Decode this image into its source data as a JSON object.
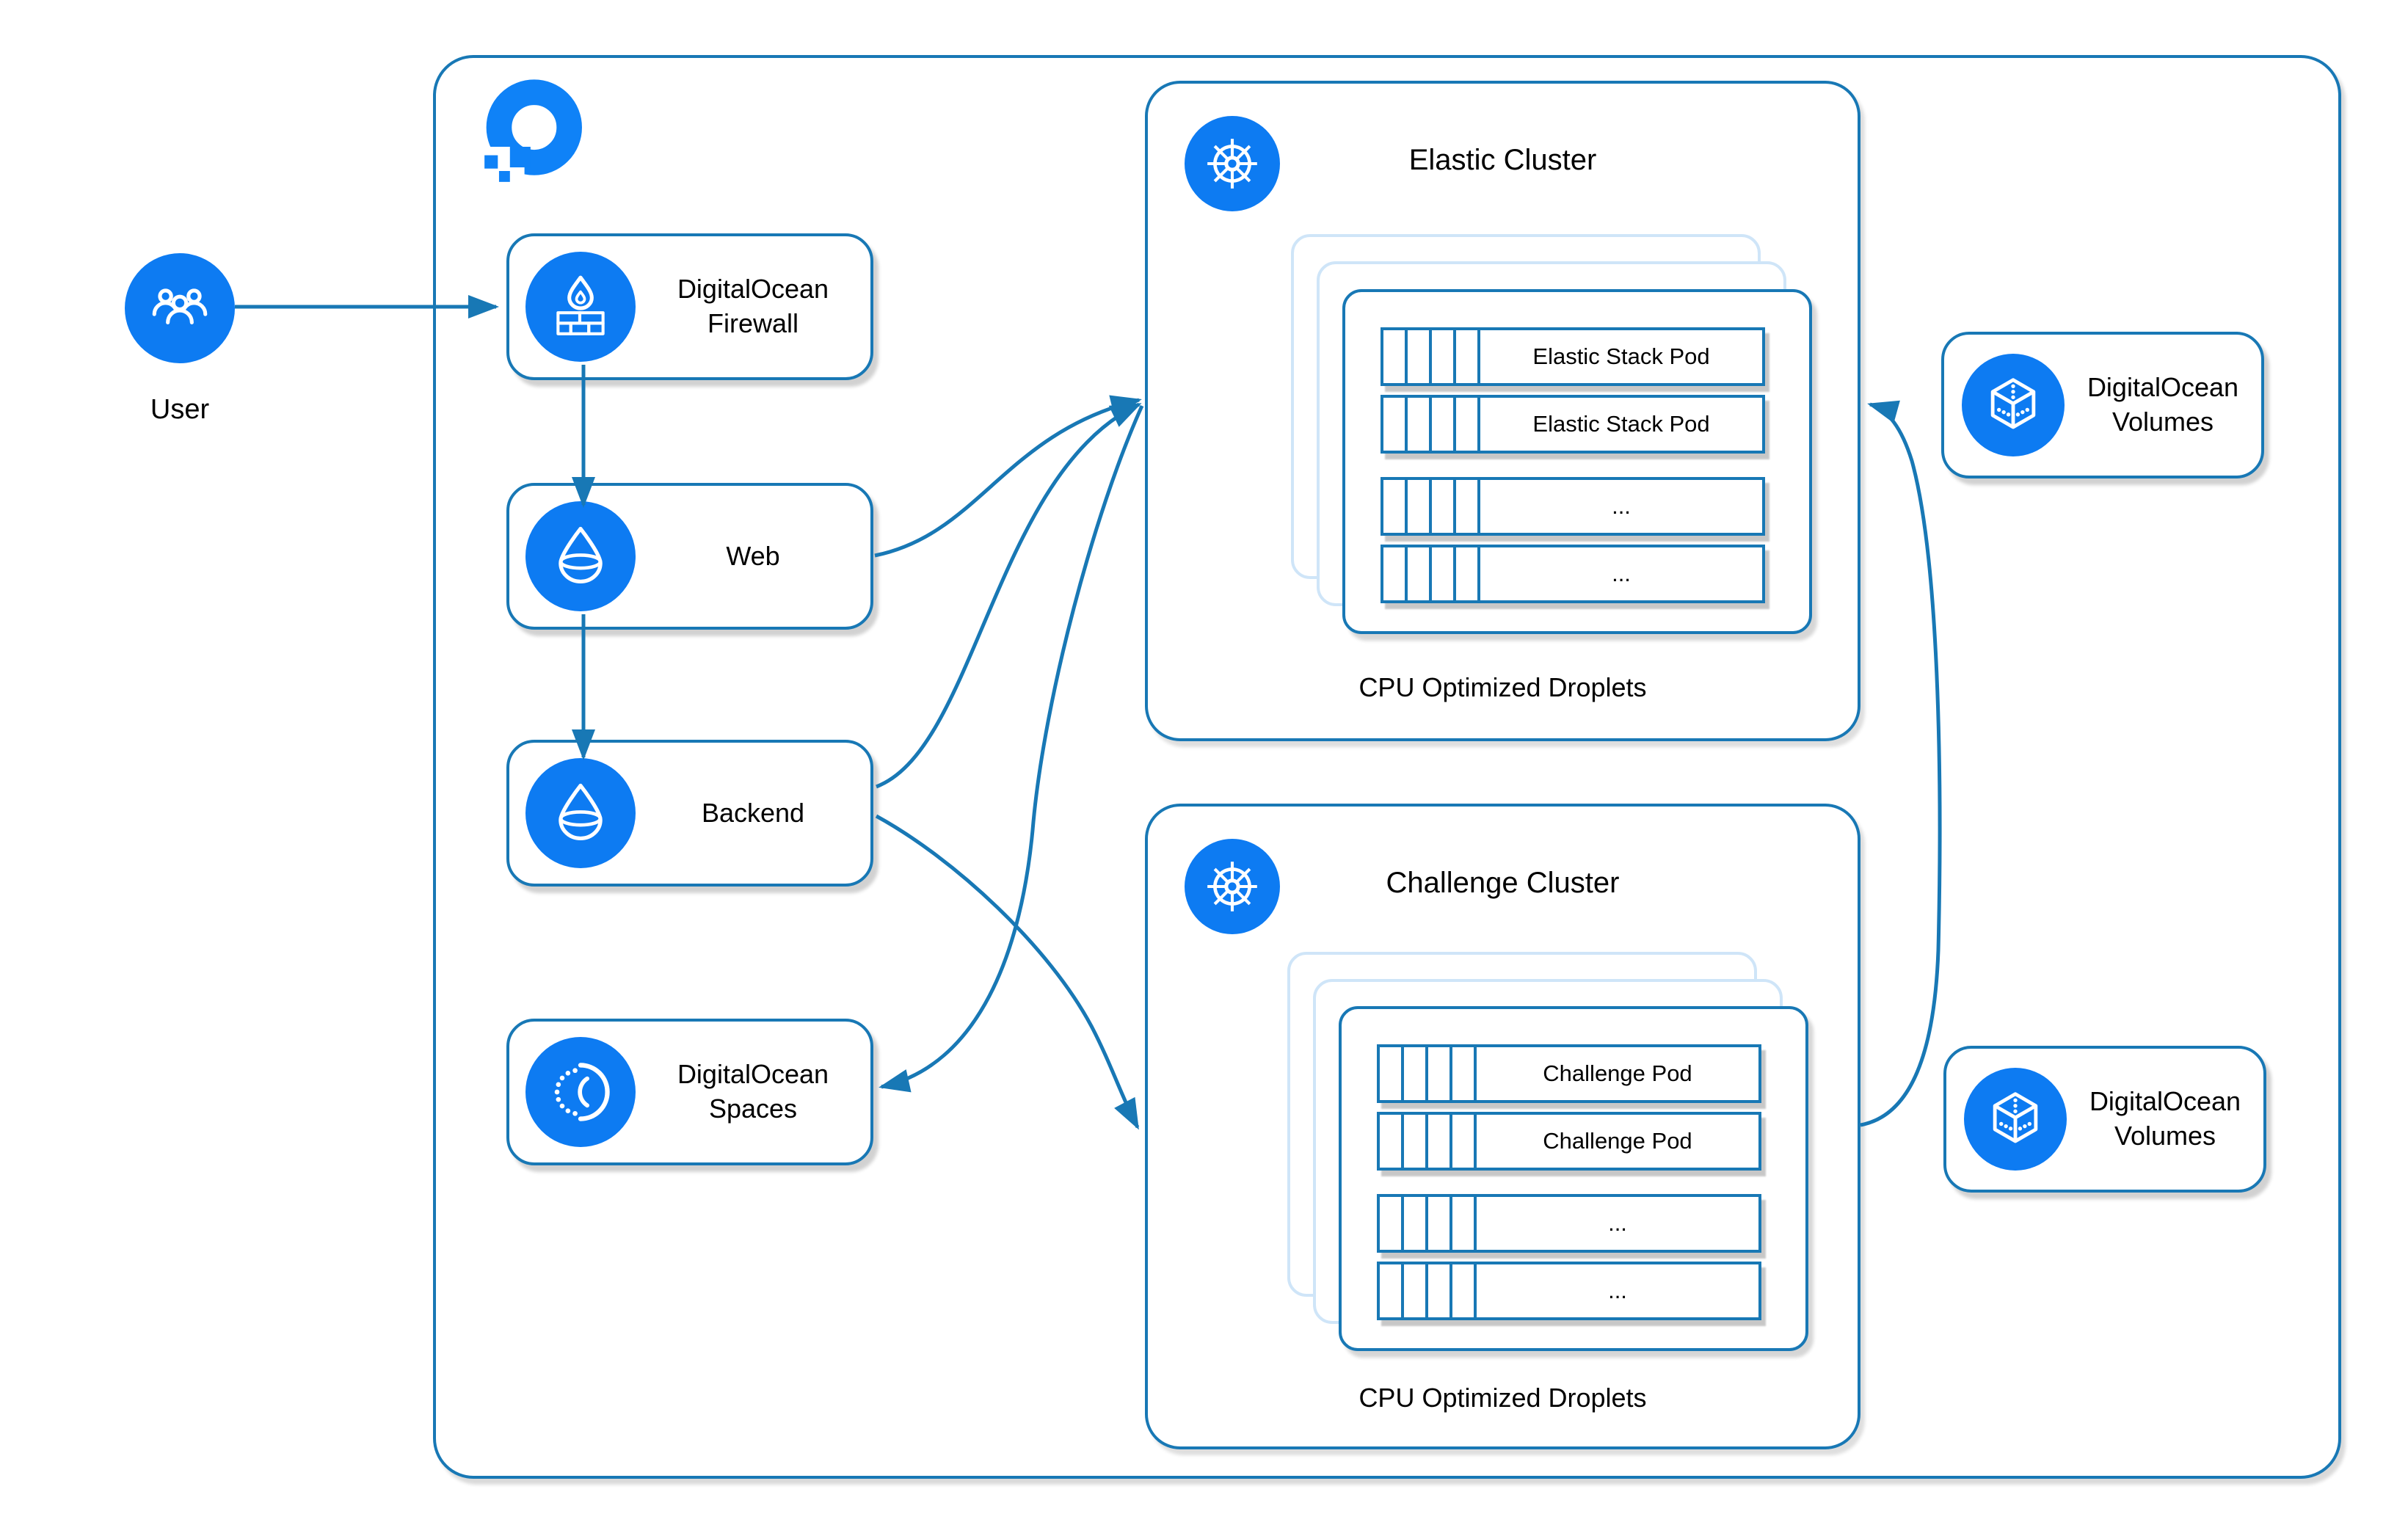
{
  "colors": {
    "accent": "#0d7bf2",
    "line": "#1878b5",
    "light_card": "#cfe5f8"
  },
  "nodes": {
    "user": {
      "label": "User"
    },
    "firewall": {
      "label_line1": "DigitalOcean",
      "label_line2": "Firewall"
    },
    "web": {
      "label": "Web"
    },
    "backend": {
      "label": "Backend"
    },
    "spaces": {
      "label_line1": "DigitalOcean",
      "label_line2": "Spaces"
    },
    "volumes_top": {
      "label_line1": "DigitalOcean",
      "label_line2": "Volumes"
    },
    "volumes_bottom": {
      "label_line1": "DigitalOcean",
      "label_line2": "Volumes"
    }
  },
  "clusters": {
    "elastic": {
      "title": "Elastic Cluster",
      "pods": [
        "Elastic Stack Pod",
        "Elastic Stack Pod",
        "...",
        "..."
      ],
      "caption": "CPU Optimized Droplets"
    },
    "challenge": {
      "title": "Challenge Cluster",
      "pods": [
        "Challenge Pod",
        "Challenge Pod",
        "...",
        "..."
      ],
      "caption": "CPU Optimized Droplets"
    }
  },
  "connections": [
    {
      "from": "user",
      "to": "firewall"
    },
    {
      "from": "firewall",
      "to": "web"
    },
    {
      "from": "web",
      "to": "backend"
    },
    {
      "from": "web",
      "to": "elastic-cluster"
    },
    {
      "from": "backend",
      "to": "elastic-cluster"
    },
    {
      "from": "backend",
      "to": "challenge-cluster"
    },
    {
      "from": "elastic-cluster",
      "to": "spaces"
    },
    {
      "from": "challenge-cluster",
      "to": "elastic-cluster"
    }
  ]
}
